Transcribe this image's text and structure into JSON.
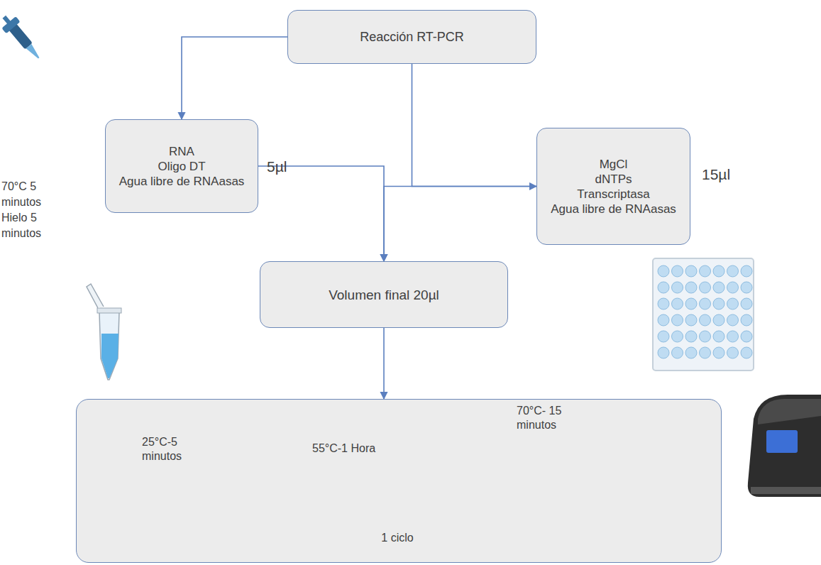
{
  "diagram": {
    "nodes": [
      {
        "text": [
          "Reacción RT-PCR"
        ]
      },
      {
        "text": [
          "RNA",
          "Oligo DT",
          "Agua libre de RNAasas"
        ]
      },
      {
        "text": [
          "MgCl",
          "dNTPs",
          "Transcriptasa",
          "Agua libre de RNAasas"
        ]
      },
      {
        "text": [
          "Volumen final 20µl"
        ]
      },
      {
        "text": [
          "25°C-5 minutos",
          "55°C-1 Hora",
          "70°C- 15 minutos",
          "1 ciclo"
        ]
      }
    ],
    "edges": [
      {
        "from": 0,
        "to": 1,
        "arrow": "to"
      },
      {
        "from": 0,
        "to": 2,
        "arrow": "to"
      },
      {
        "from": 1,
        "to": 3,
        "arrow": "to"
      },
      {
        "from": 2,
        "to": 3,
        "arrow": "to"
      },
      {
        "from": 3,
        "to": 4,
        "arrow": "to"
      }
    ],
    "labels": [
      "5µl",
      "15µl",
      "70°C 5 minutos",
      "Hielo 5 minutos"
    ]
  }
}
